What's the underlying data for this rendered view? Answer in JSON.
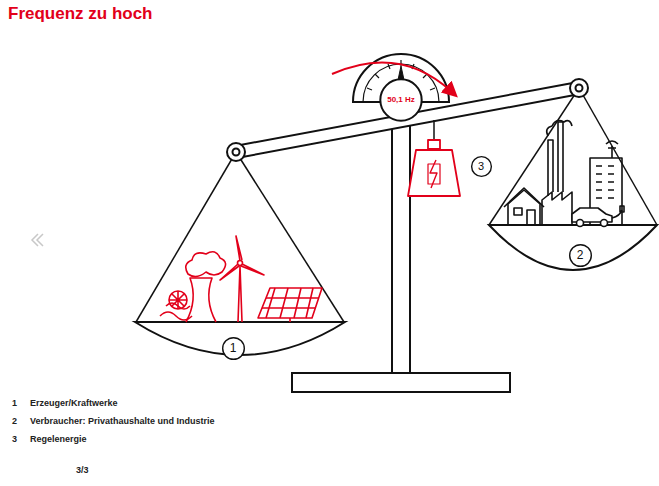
{
  "diagram": {
    "title": "Frequenz zu hoch",
    "nodes": [
      {
        "text": [
          "50,1 Hz"
        ]
      },
      {
        "text": [
          "3"
        ]
      },
      {
        "text": [
          "2"
        ]
      },
      {
        "text": [
          "1"
        ]
      }
    ],
    "labels": [
      "1",
      "Erzeuger/Kraftwerke",
      "2",
      "Verbraucher: Privathaushalte und Industrie",
      "3",
      "Regelenergie",
      "3/3"
    ]
  }
}
